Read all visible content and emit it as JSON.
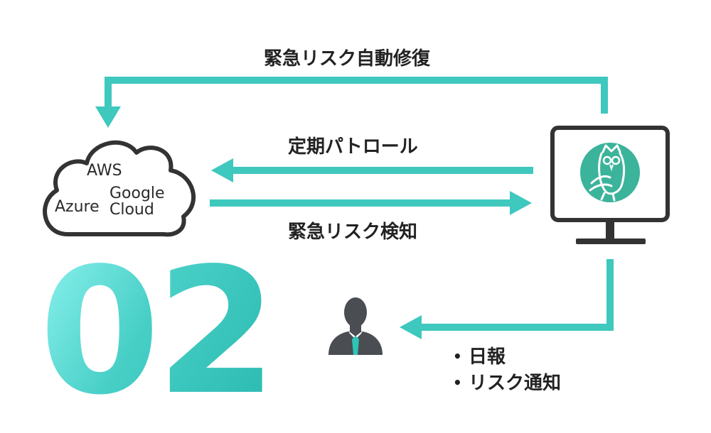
{
  "flows": {
    "top_label": "緊急リスク自動修復",
    "patrol_label": "定期パトロール",
    "detect_label": "緊急リスク検知"
  },
  "cloud": {
    "providers": [
      "AWS",
      "Azure",
      "Google\nCloud"
    ]
  },
  "step_number": "02",
  "reports": {
    "items": [
      "日報",
      "リスク通知"
    ]
  },
  "colors": {
    "accent": "#3ec8be",
    "outline": "#333333",
    "person": "#4a4d52",
    "tie": "#2ec3b6"
  },
  "icons": {
    "cloud": "cloud-icon",
    "monitor": "monitor-icon",
    "owl": "owl-logo",
    "person": "person-icon"
  }
}
